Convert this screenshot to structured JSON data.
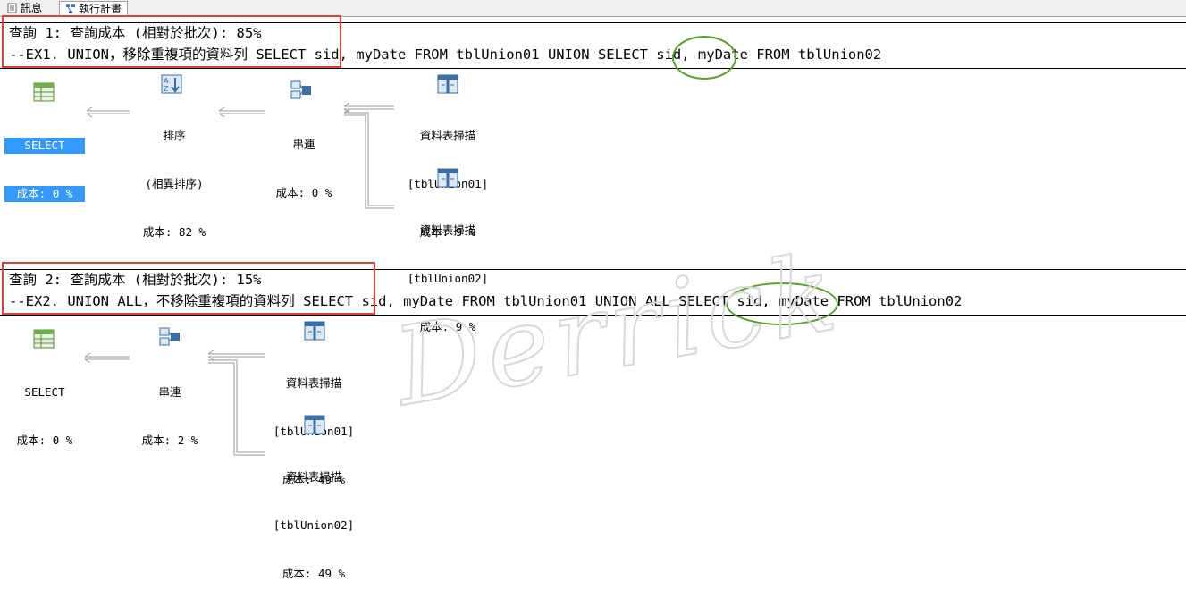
{
  "tabs": [
    {
      "label": "訊息",
      "icon": "message-icon"
    },
    {
      "label": "執行計畫",
      "icon": "execution-plan-icon"
    }
  ],
  "queries": [
    {
      "header": "查詢 1: 查詢成本 (相對於批次): 85%",
      "sql_comment": "--EX1. UNION，移除重複項的資料列",
      "sql_pre": " SELECT sid, myDate FROM tblUnion01 ",
      "sql_highlight": "UNION",
      "sql_post": " SELECT sid, myDate FROM tblUnion02",
      "nodes": [
        {
          "label": "SELECT",
          "sub": "",
          "cost": "成本: 0 %",
          "icon": "select-result-icon"
        },
        {
          "label": "排序",
          "sub": "(相異排序)",
          "cost": "成本: 82 %",
          "icon": "sort-icon"
        },
        {
          "label": "串連",
          "sub": "",
          "cost": "成本: 0 %",
          "icon": "concatenation-icon"
        },
        {
          "label": "資料表掃描",
          "sub": "[tblUnion01]",
          "cost": "成本: 9 %",
          "icon": "table-scan-icon"
        },
        {
          "label": "資料表掃描",
          "sub": "[tblUnion02]",
          "cost": "成本: 9 %",
          "icon": "table-scan-icon"
        }
      ]
    },
    {
      "header": "查詢 2: 查詢成本 (相對於批次): 15%",
      "sql_comment": "--EX2. UNION ALL，不移除重複項的資料列",
      "sql_pre": " SELECT sid, myDate FROM tblUnion01 ",
      "sql_highlight": "UNION ALL",
      "sql_post": " SELECT sid, myDate FROM tblUnion02",
      "nodes": [
        {
          "label": "SELECT",
          "sub": "",
          "cost": "成本: 0 %",
          "icon": "select-result-icon"
        },
        {
          "label": "串連",
          "sub": "",
          "cost": "成本: 2 %",
          "icon": "concatenation-icon"
        },
        {
          "label": "資料表掃描",
          "sub": "[tblUnion01]",
          "cost": "成本: 49 %",
          "icon": "table-scan-icon"
        },
        {
          "label": "資料表掃描",
          "sub": "[tblUnion02]",
          "cost": "成本: 49 %",
          "icon": "table-scan-icon"
        }
      ]
    }
  ],
  "colors": {
    "highlight_box": "#e04040",
    "highlight_ellipse": "#5aa02c",
    "selected_node": "#3399ff"
  },
  "watermark": "Derrick"
}
